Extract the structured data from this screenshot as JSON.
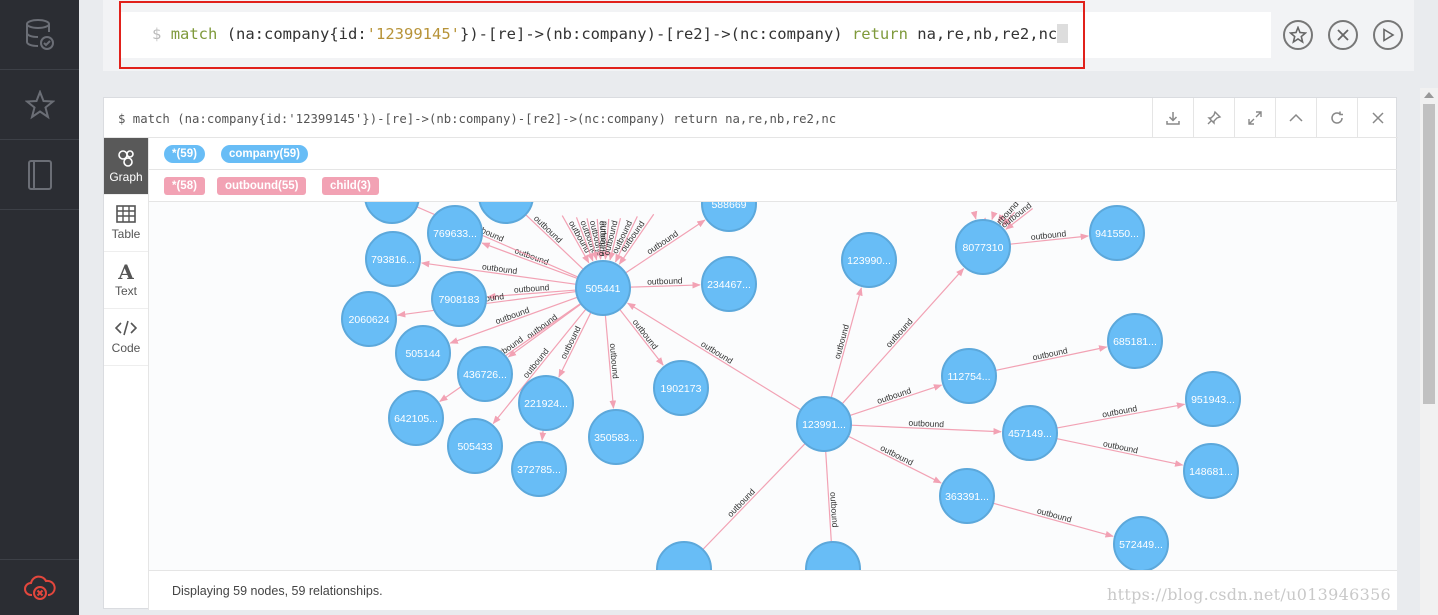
{
  "sidebar": {
    "items": [
      {
        "icon": "database-icon"
      },
      {
        "icon": "star-icon"
      },
      {
        "icon": "book-icon"
      }
    ],
    "bottom_icon": "cloud-disconnected-icon",
    "accent": "#e3473d"
  },
  "editor": {
    "prompt": "$",
    "query_match": "match",
    "query_part1": " (na:company{id:",
    "query_id": "'12399145'",
    "query_part2": "})-[re]->(nb:company)-[re2]->(nc:company) ",
    "query_return": "return",
    "query_part3": " na,re,nb,re2,nc",
    "buttons": [
      "favorite-star-icon",
      "clear-x-icon",
      "run-play-icon"
    ]
  },
  "frame": {
    "title": "$ match (na:company{id:'12399145'})-[re]->(nb:company)-[re2]->(nc:company) return na,re,nb,re2,nc",
    "header_buttons": [
      "download-icon",
      "pin-icon",
      "expand-icon",
      "collapse-icon",
      "rerun-icon",
      "close-icon"
    ],
    "tabs": [
      {
        "label": "Graph",
        "icon": "graph-icon",
        "active": true
      },
      {
        "label": "Table",
        "icon": "table-icon",
        "active": false
      },
      {
        "label": "Text",
        "icon": "text-icon",
        "active": false
      },
      {
        "label": "Code",
        "icon": "code-icon",
        "active": false
      }
    ],
    "node_labels": [
      {
        "label": "*(59)"
      },
      {
        "label": "company(59)"
      }
    ],
    "rel_types": [
      {
        "label": "*(58)"
      },
      {
        "label": "outbound(55)"
      },
      {
        "label": "child(3)"
      }
    ],
    "status": "Displaying 59 nodes, 59 relationships."
  },
  "graph": {
    "node_color": "#68bdf6",
    "node_border": "#5ca8db",
    "rel_color": "#f2a2b4",
    "rel_label": "outbound",
    "nodes": {
      "n_hub1": "505441",
      "n_hub2": "123991...",
      "n_hub3": "8077310",
      "n_769633": "769633...",
      "n_793816": "793816...",
      "n_7908183": "7908183",
      "n_2060624": "2060624",
      "n_505144": "505144",
      "n_436726": "436726...",
      "n_642105": "642105...",
      "n_505433": "505433",
      "n_221924": "221924...",
      "n_372785": "372785...",
      "n_350583": "350583...",
      "n_1902173": "1902173",
      "n_234467": "234467...",
      "n_588669": "588669",
      "n_123990": "123990...",
      "n_941550": "941550...",
      "n_685181": "685181...",
      "n_112754": "112754...",
      "n_457149": "457149...",
      "n_951943": "951943...",
      "n_148681": "148681...",
      "n_363391": "363391...",
      "n_572449": "572449..."
    }
  },
  "watermark": "https://blog.csdn.net/u013946356"
}
